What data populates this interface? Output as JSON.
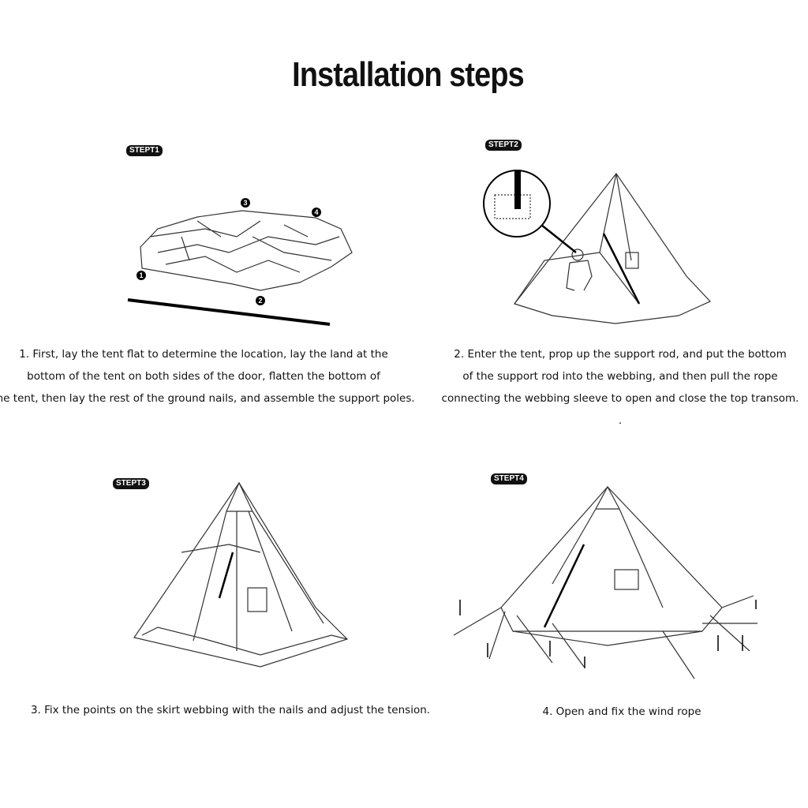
{
  "title": "Installation steps",
  "steps": [
    {
      "label": "STEPT1",
      "markers": [
        "1",
        "2",
        "3",
        "4"
      ],
      "lines": [
        "1. First, lay the tent flat to determine the location, lay the land at the",
        "bottom of the tent on both sides of the door, flatten the bottom of",
        "the tent, then lay the rest of the ground nails, and assemble the support poles."
      ]
    },
    {
      "label": "STEPT2",
      "lines": [
        "2. Enter the tent, prop up the support rod, and put the bottom",
        "of the support rod into the webbing, and then pull the rope",
        "connecting the webbing sleeve to open and close the top transom."
      ],
      "trailing": "."
    },
    {
      "label": "STEPT3",
      "lines": [
        "3. Fix the points on the skirt webbing with the nails and adjust the tension."
      ]
    },
    {
      "label": "STEPT4",
      "lines": [
        "4. Open and fix the wind rope"
      ]
    }
  ]
}
